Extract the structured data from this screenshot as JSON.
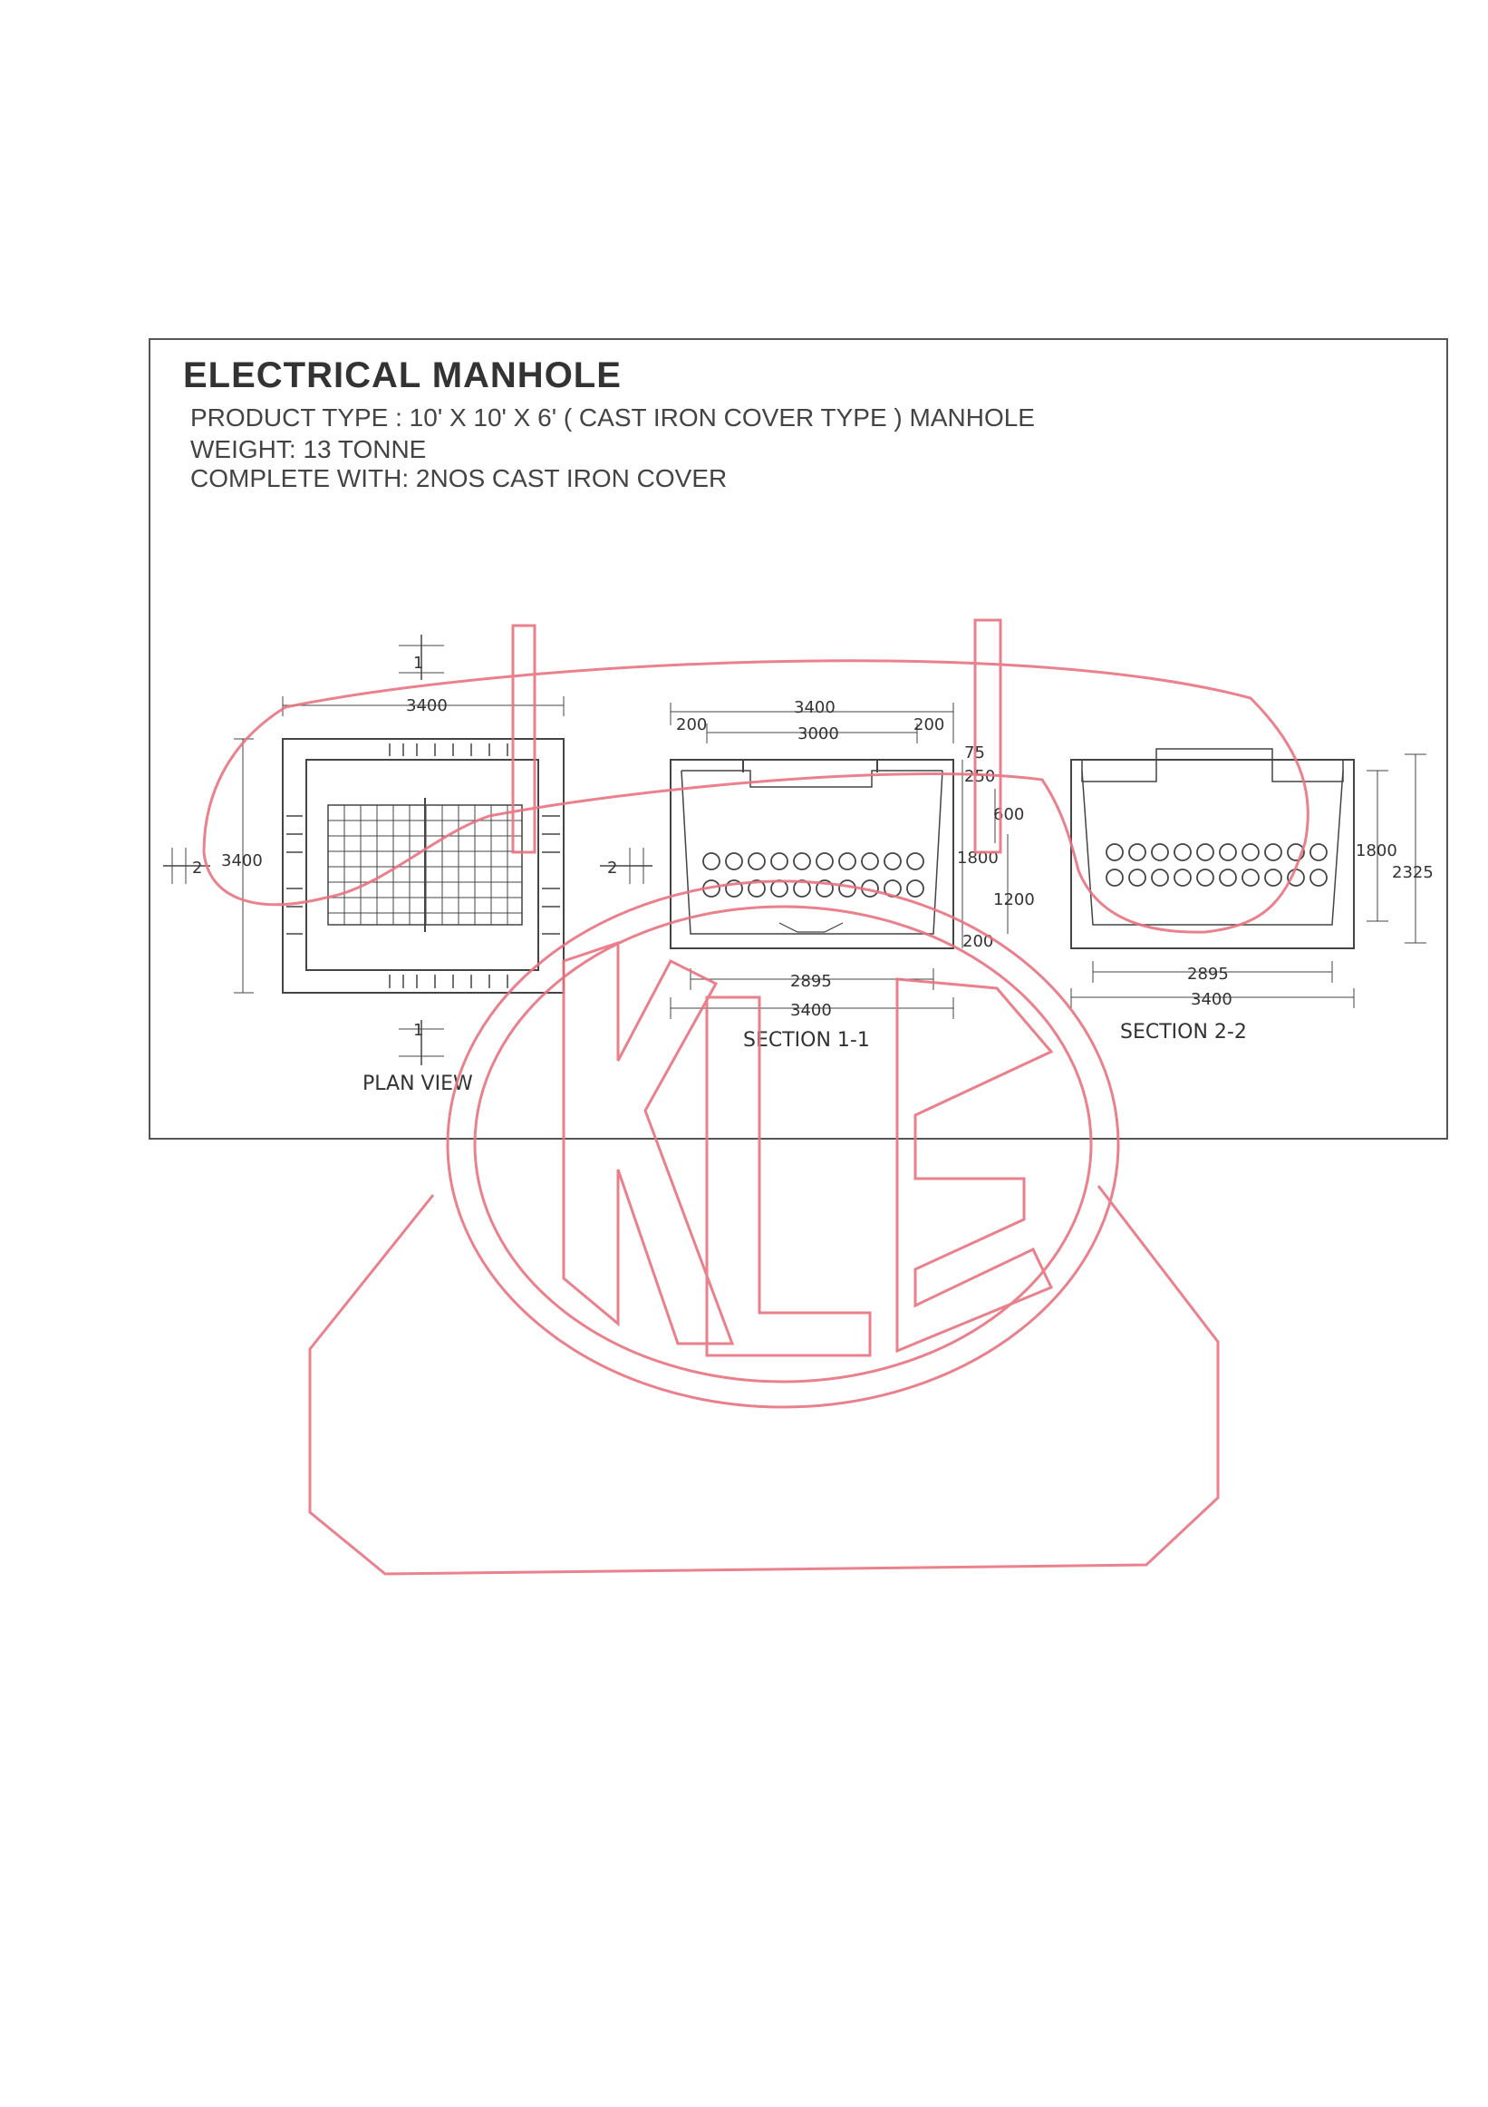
{
  "header": {
    "title": "ELECTRICAL MANHOLE",
    "product_type": "PRODUCT TYPE  : 10' X 10' X 6'  ( CAST IRON COVER TYPE ) MANHOLE",
    "weight": "WEIGHT: 13 TONNE",
    "complete_with": "COMPLETE WITH:  2NOS CAST IRON COVER"
  },
  "plan_view": {
    "caption": "PLAN VIEW",
    "width_dim": "3400",
    "height_dim": "3400",
    "section_mark_top": "1",
    "section_mark_bottom": "1",
    "section_mark_left": "2",
    "section_mark_right": "2"
  },
  "section_1_1": {
    "caption": "SECTION 1-1",
    "top_overall": "3400",
    "top_inner": "3000",
    "left_wall": "200",
    "right_wall": "200",
    "cover_75": "75",
    "cover_250": "250",
    "dim_600": "600",
    "dim_1800": "1800",
    "dim_1200": "1200",
    "dim_200_bottom": "200",
    "bottom_inner": "2895",
    "bottom_overall": "3400"
  },
  "section_2_2": {
    "caption": "SECTION 2-2",
    "dim_1800": "1800",
    "dim_2325": "2325",
    "bottom_inner": "2895",
    "bottom_overall": "3400"
  },
  "watermark": {
    "logo_text": "KLE",
    "color": "#e8737f"
  },
  "colors": {
    "ink": "#3a3a3a",
    "stamp": "#e8737f"
  }
}
